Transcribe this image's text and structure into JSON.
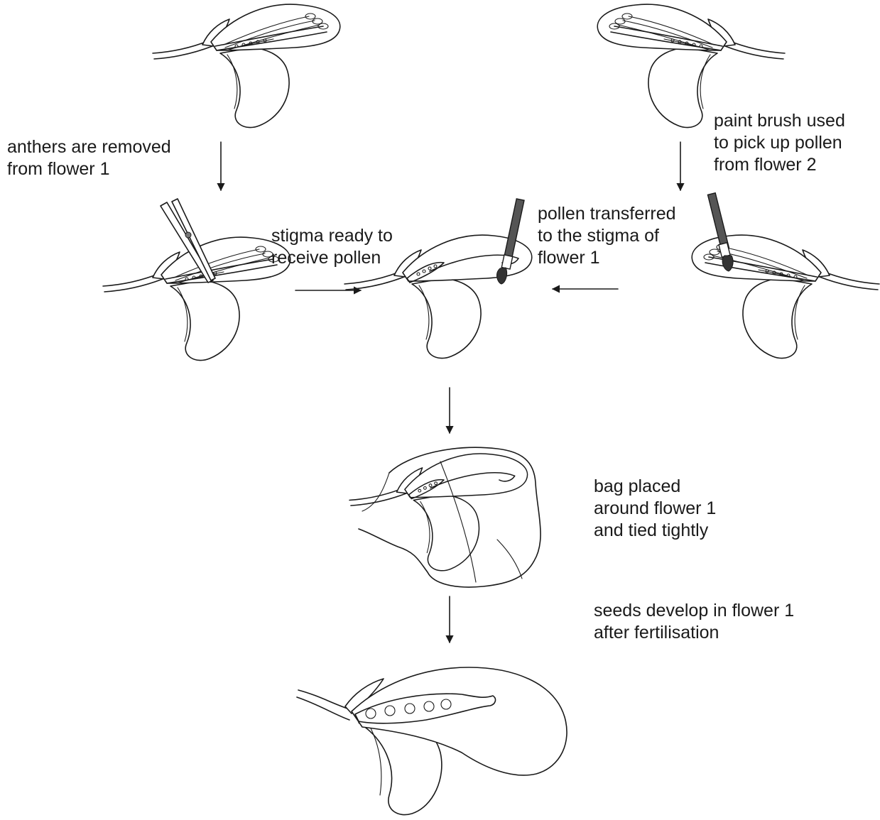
{
  "labels": {
    "anthers_removed": "anthers are removed\nfrom flower 1",
    "stigma_ready": "stigma ready to\nreceive pollen",
    "pollen_transferred": "pollen transferred\nto the stigma of\nflower 1",
    "brush_pickup": "paint brush used\nto pick up pollen\nfrom flower 2",
    "bag_placed": "bag placed\naround flower 1\nand tied tightly",
    "seeds_develop": "seeds develop in flower 1\nafter fertilisation"
  },
  "colors": {
    "ink": "#1a1a1a",
    "background": "#ffffff",
    "brush_handle": "#555555"
  }
}
